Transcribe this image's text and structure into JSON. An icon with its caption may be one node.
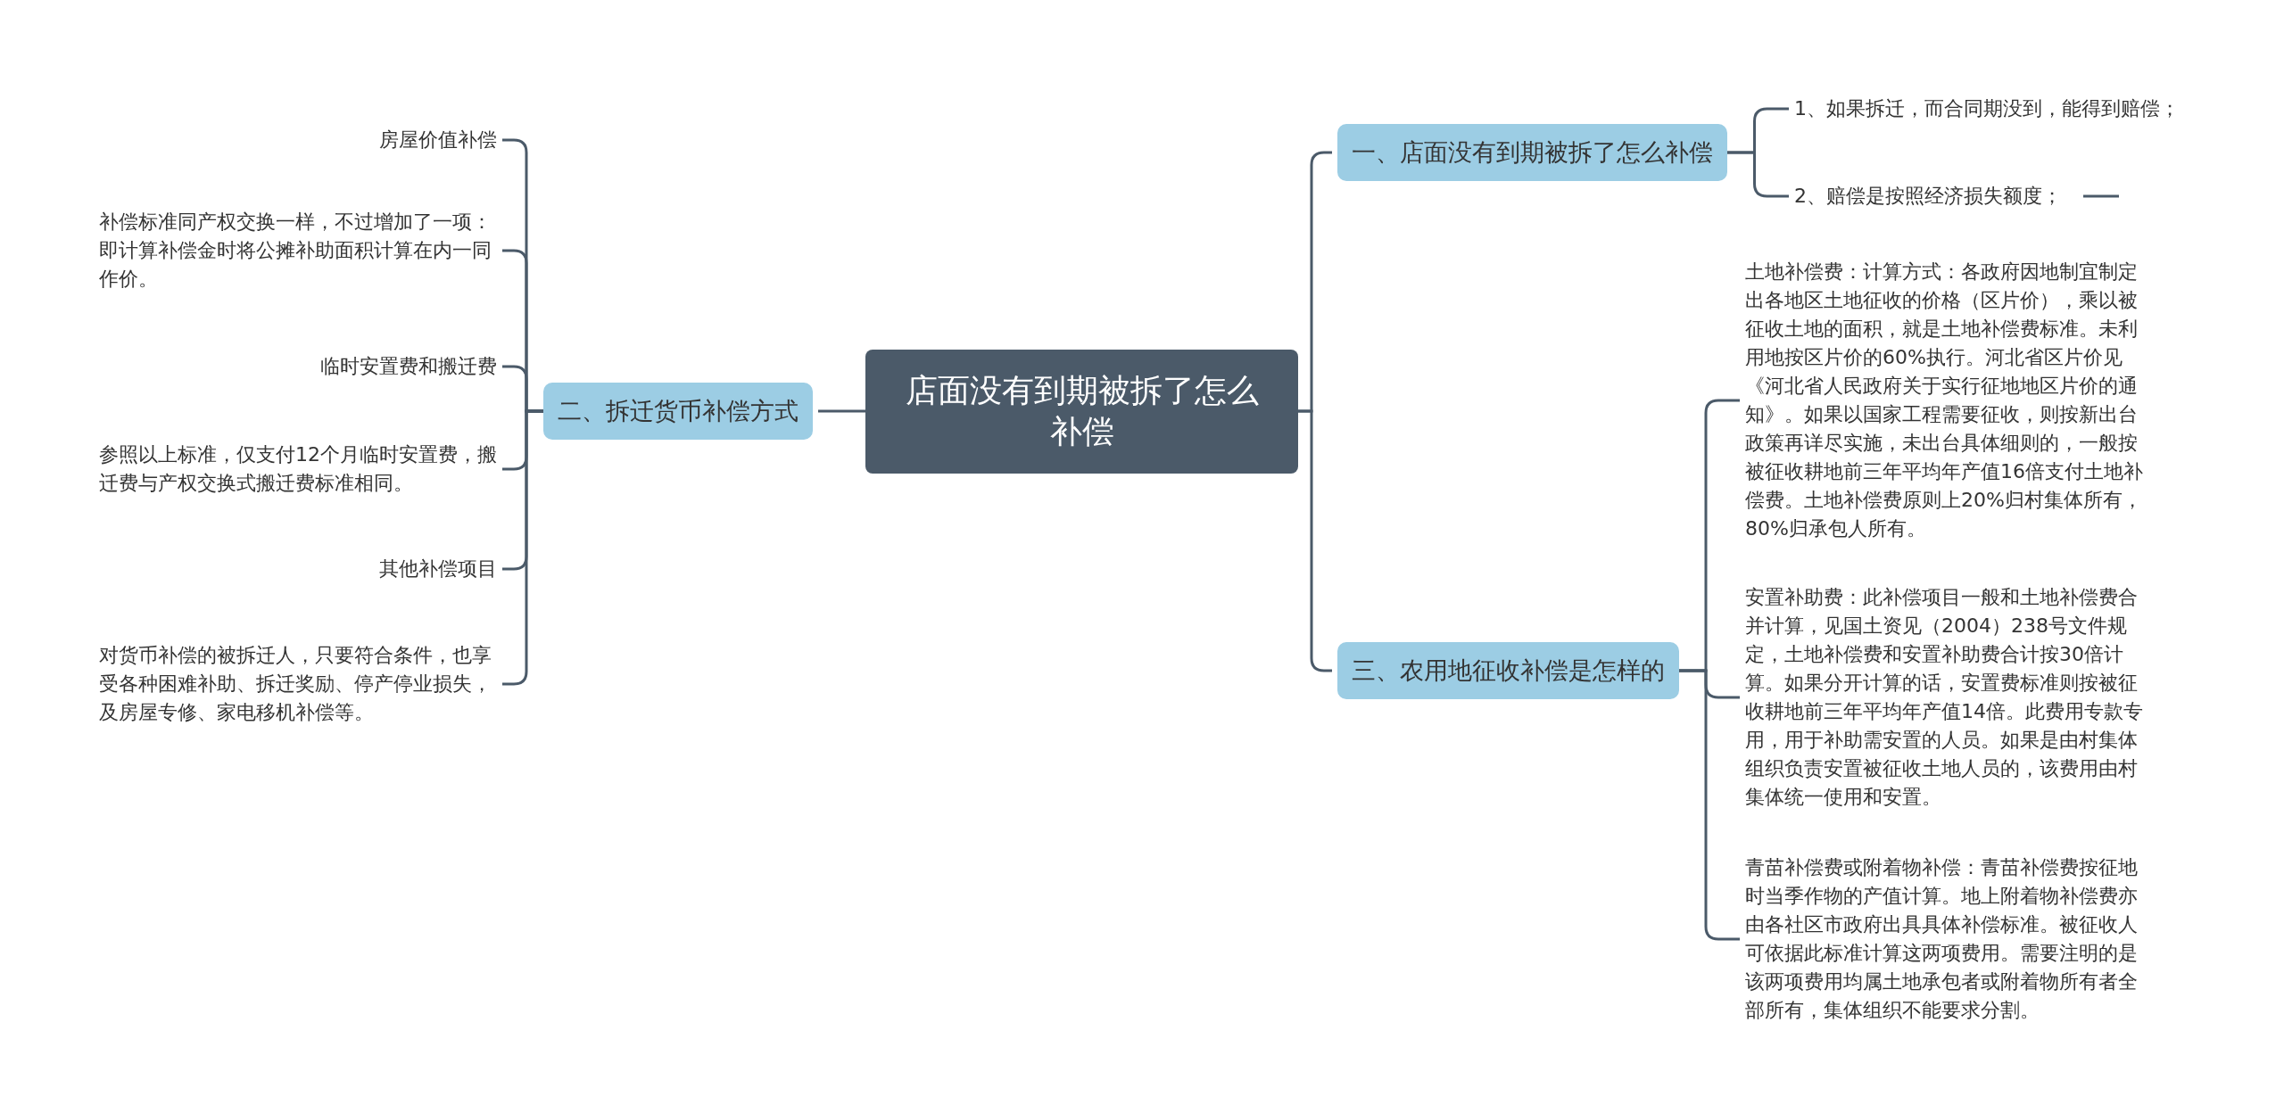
{
  "diagram": {
    "nodes": [
      {
        "text": [
          "店面没有到期被拆了怎么补偿"
        ]
      },
      {
        "text": [
          "一、店面没有到期被拆了怎么补偿"
        ]
      },
      {
        "text": [
          "1、如果拆迁，而合同期没到，能得到赔偿；"
        ]
      },
      {
        "text": [
          "2、赔偿是按照经济损失额度；"
        ]
      },
      {
        "text": [
          "二、拆迁货币补偿方式"
        ]
      },
      {
        "text": [
          "房屋价值补偿"
        ]
      },
      {
        "text": [
          "补偿标准同产权交换一样，不过增加了一项：即计算补偿金时将公摊补助面积计算在内一同作价。"
        ]
      },
      {
        "text": [
          "临时安置费和搬迁费"
        ]
      },
      {
        "text": [
          "参照以上标准，仅支付12个月临时安置费，搬迁费与产权交换式搬迁费标准相同。"
        ]
      },
      {
        "text": [
          "其他补偿项目"
        ]
      },
      {
        "text": [
          "对货币补偿的被拆迁人，只要符合条件，也享受各种困难补助、拆迁奖励、停产停业损失，及房屋专修、家电移机补偿等。"
        ]
      },
      {
        "text": [
          "三、农用地征收补偿是怎样的"
        ]
      },
      {
        "text": [
          "土地补偿费：计算方式：各政府因地制宜制定出各地区土地征收的价格（区片价），乘以被征收土地的面积，就是土地补偿费标准。未利用地按区片价的60%执行。河北省区片价见《河北省人民政府关于实行征地地区片价的通知》。如果以国家工程需要征收，则按新出台政策再详尽实施，未出台具体细则的，一般按被征收耕地前三年平均年产值16倍支付土地补偿费。土地补偿费原则上20%归村集体所有，80%归承包人所有。"
        ]
      },
      {
        "text": [
          "安置补助费：此补偿项目一般和土地补偿费合并计算，见国土资见（2004）238号文件规定，土地补偿费和安置补助费合计按30倍计算。如果分开计算的话，安置费标准则按被征收耕地前三年平均年产值14倍。此费用专款专用，用于补助需安置的人员。如果是由村集体组织负责安置被征收土地人员的，该费用由村集体统一使用和安置。"
        ]
      },
      {
        "text": [
          "青苗补偿费或附着物补偿：青苗补偿费按征地时当季作物的产值计算。地上附着物补偿费亦由各社区市政府出具具体补偿标准。被征收人可依据此标准计算这两项费用。需要注明的是该两项费用均属土地承包者或附着物所有者全部所有，集体组织不能要求分割。"
        ]
      }
    ],
    "edges": [
      {
        "from": 0,
        "to": 1,
        "arrow": "none"
      },
      {
        "from": 1,
        "to": 2,
        "arrow": "none"
      },
      {
        "from": 1,
        "to": 3,
        "arrow": "none"
      },
      {
        "from": 0,
        "to": 4,
        "arrow": "none"
      },
      {
        "from": 4,
        "to": 5,
        "arrow": "none"
      },
      {
        "from": 4,
        "to": 6,
        "arrow": "none"
      },
      {
        "from": 4,
        "to": 7,
        "arrow": "none"
      },
      {
        "from": 4,
        "to": 8,
        "arrow": "none"
      },
      {
        "from": 4,
        "to": 9,
        "arrow": "none"
      },
      {
        "from": 4,
        "to": 10,
        "arrow": "none"
      },
      {
        "from": 0,
        "to": 11,
        "arrow": "none"
      },
      {
        "from": 11,
        "to": 12,
        "arrow": "none"
      },
      {
        "from": 11,
        "to": 13,
        "arrow": "none"
      },
      {
        "from": 11,
        "to": 14,
        "arrow": "none"
      }
    ]
  }
}
